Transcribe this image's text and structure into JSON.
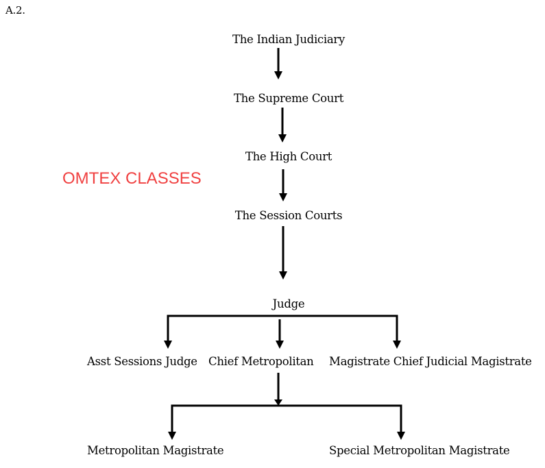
{
  "heading": "A.2.",
  "watermark": {
    "text": "OMTEX CLASSES",
    "color": "#f04040"
  },
  "nodes": {
    "judiciary": "The Indian Judiciary",
    "supreme_court": "The Supreme Court",
    "high_court": "The High Court",
    "session_courts": "The Session Courts",
    "judge": "Judge",
    "asst_sessions_judge": "Asst Sessions Judge",
    "chief_metropolitan": "Chief Metropolitan",
    "magistrate_chief_judicial": "Magistrate Chief Judicial Magistrate",
    "metropolitan_magistrate": "Metropolitan Magistrate",
    "special_metropolitan_magistrate": "Special Metropolitan Magistrate"
  },
  "edges": [
    [
      "judiciary",
      "supreme_court"
    ],
    [
      "supreme_court",
      "high_court"
    ],
    [
      "high_court",
      "session_courts"
    ],
    [
      "session_courts",
      "judge"
    ],
    [
      "judge",
      "asst_sessions_judge"
    ],
    [
      "judge",
      "chief_metropolitan"
    ],
    [
      "judge",
      "magistrate_chief_judicial"
    ],
    [
      "chief_metropolitan",
      "metropolitan_magistrate"
    ],
    [
      "chief_metropolitan",
      "special_metropolitan_magistrate"
    ]
  ]
}
